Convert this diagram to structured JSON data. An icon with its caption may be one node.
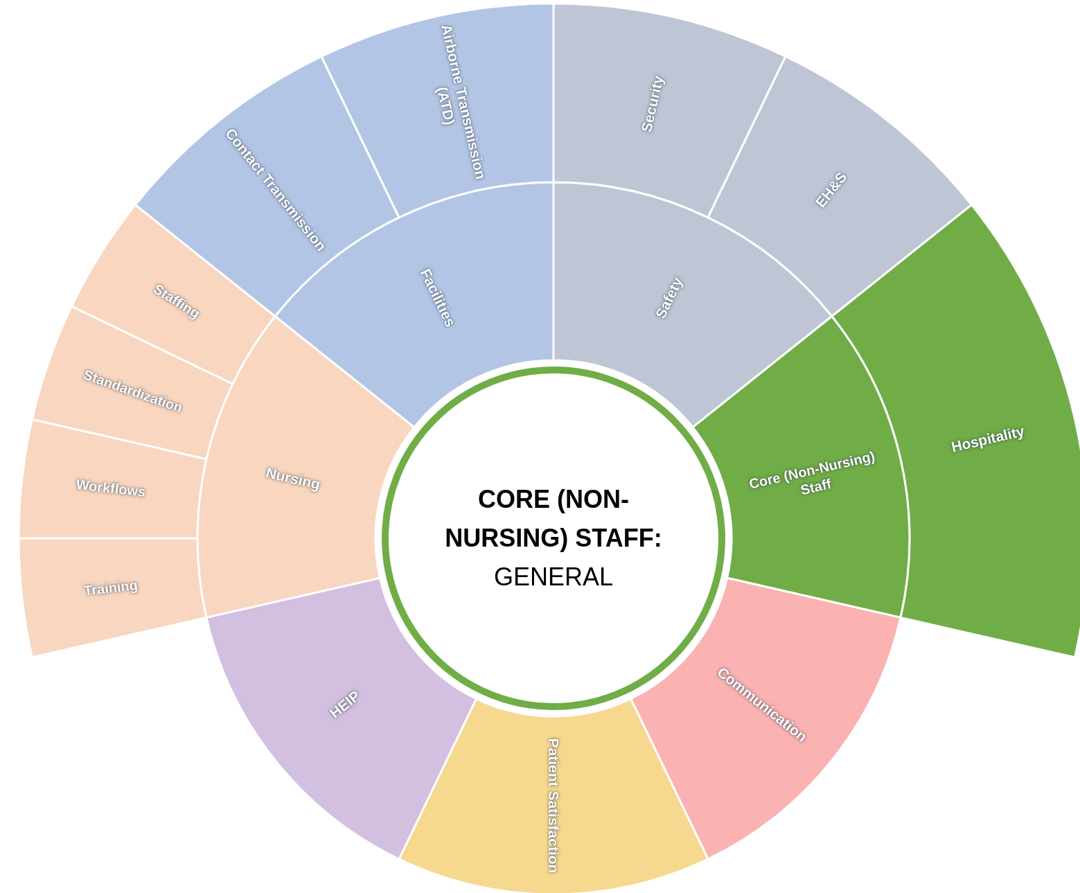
{
  "diagram": {
    "nodes": [
      {
        "text": [
          "CORE (NON-NURSING) STAFF:",
          "GENERAL"
        ]
      },
      {
        "text": [
          "Safety"
        ]
      },
      {
        "text": [
          "Core (Non-Nursing) Staff"
        ]
      },
      {
        "text": [
          "Communication"
        ]
      },
      {
        "text": [
          "Patient Satisfaction"
        ]
      },
      {
        "text": [
          "HEIP"
        ]
      },
      {
        "text": [
          "Nursing"
        ]
      },
      {
        "text": [
          "Facilities"
        ]
      },
      {
        "text": [
          "Security"
        ]
      },
      {
        "text": [
          "EH&S"
        ]
      },
      {
        "text": [
          "Hospitality"
        ]
      },
      {
        "text": [
          "Training"
        ]
      },
      {
        "text": [
          "Workflows"
        ]
      },
      {
        "text": [
          "Standardization"
        ]
      },
      {
        "text": [
          "Staffing"
        ]
      },
      {
        "text": [
          "Contact Transmission"
        ]
      },
      {
        "text": [
          "Airborne Transmission (ATD)"
        ]
      }
    ]
  }
}
